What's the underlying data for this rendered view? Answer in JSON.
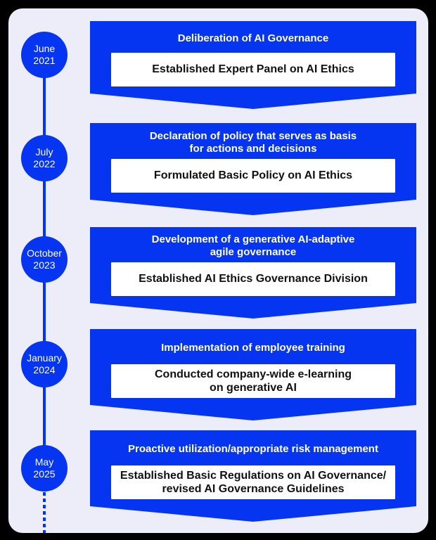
{
  "colors": {
    "frame_bg": "#000000",
    "card_bg": "#ECEDF8",
    "accent_blue": "#0535F0",
    "header_text": "#FFFFFF",
    "detail_text": "#111111"
  },
  "timeline": {
    "items": [
      {
        "date": [
          "June",
          "2021"
        ],
        "header": [
          "Deliberation of AI Governance"
        ],
        "detail": [
          "Established Expert Panel on AI Ethics"
        ]
      },
      {
        "date": [
          "July",
          "2022"
        ],
        "header": [
          "Declaration of policy that serves as basis",
          "for actions and decisions"
        ],
        "detail": [
          "Formulated Basic Policy on AI Ethics"
        ]
      },
      {
        "date": [
          "October",
          "2023"
        ],
        "header": [
          "Development of a generative AI-adaptive",
          "agile governance"
        ],
        "detail": [
          "Established AI Ethics Governance Division"
        ]
      },
      {
        "date": [
          "January",
          "2024"
        ],
        "header": [
          "Implementation of employee training"
        ],
        "detail": [
          "Conducted company-wide e-learning",
          "on generative AI"
        ]
      },
      {
        "date": [
          "May",
          "2025"
        ],
        "header": [
          "Proactive utilization/appropriate risk management"
        ],
        "detail": [
          "Established Basic Regulations on AI Governance/",
          "revised AI Governance Guidelines"
        ]
      }
    ]
  }
}
